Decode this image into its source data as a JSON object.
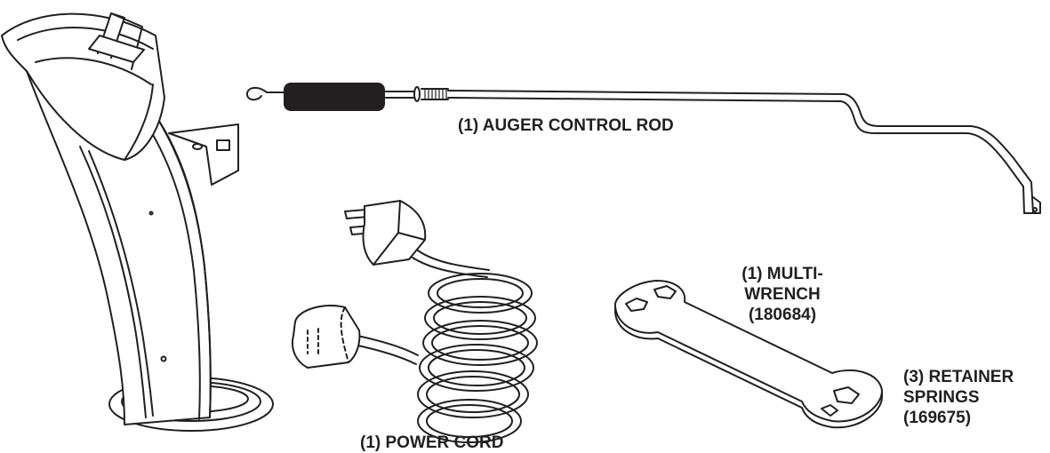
{
  "labels": {
    "auger_rod": "(1) AUGER CONTROL ROD",
    "multi_wrench": [
      "(1) MULTI-",
      "WRENCH",
      "(180684)"
    ],
    "retainer_springs": [
      "(3) RETAINER",
      "SPRINGS",
      "(169675)"
    ],
    "power_cord": "(1) POWER CORD"
  },
  "colors": {
    "ink": "#231f20",
    "paper": "#ffffff"
  }
}
